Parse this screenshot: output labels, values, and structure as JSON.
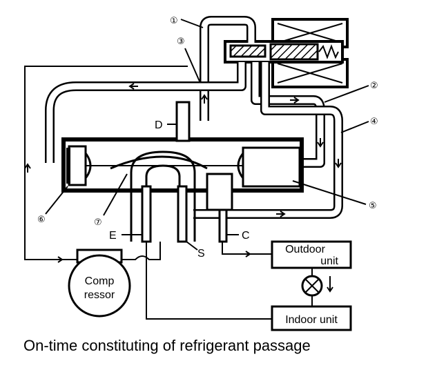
{
  "labels": {
    "discharge_port": "D",
    "evaporator_port": "E",
    "suction_port": "S",
    "condenser_port": "C",
    "compressor_line1": "Comp",
    "compressor_line2": "ressor",
    "outdoor_line1": "Outdoor",
    "outdoor_line2": "unit",
    "indoor_unit": "Indoor unit"
  },
  "callouts": {
    "c1": "①",
    "c2": "②",
    "c3": "③",
    "c4": "④",
    "c5": "⑤",
    "c6": "⑥",
    "c7": "⑦"
  },
  "caption": "On-time constituting of refrigerant passage"
}
